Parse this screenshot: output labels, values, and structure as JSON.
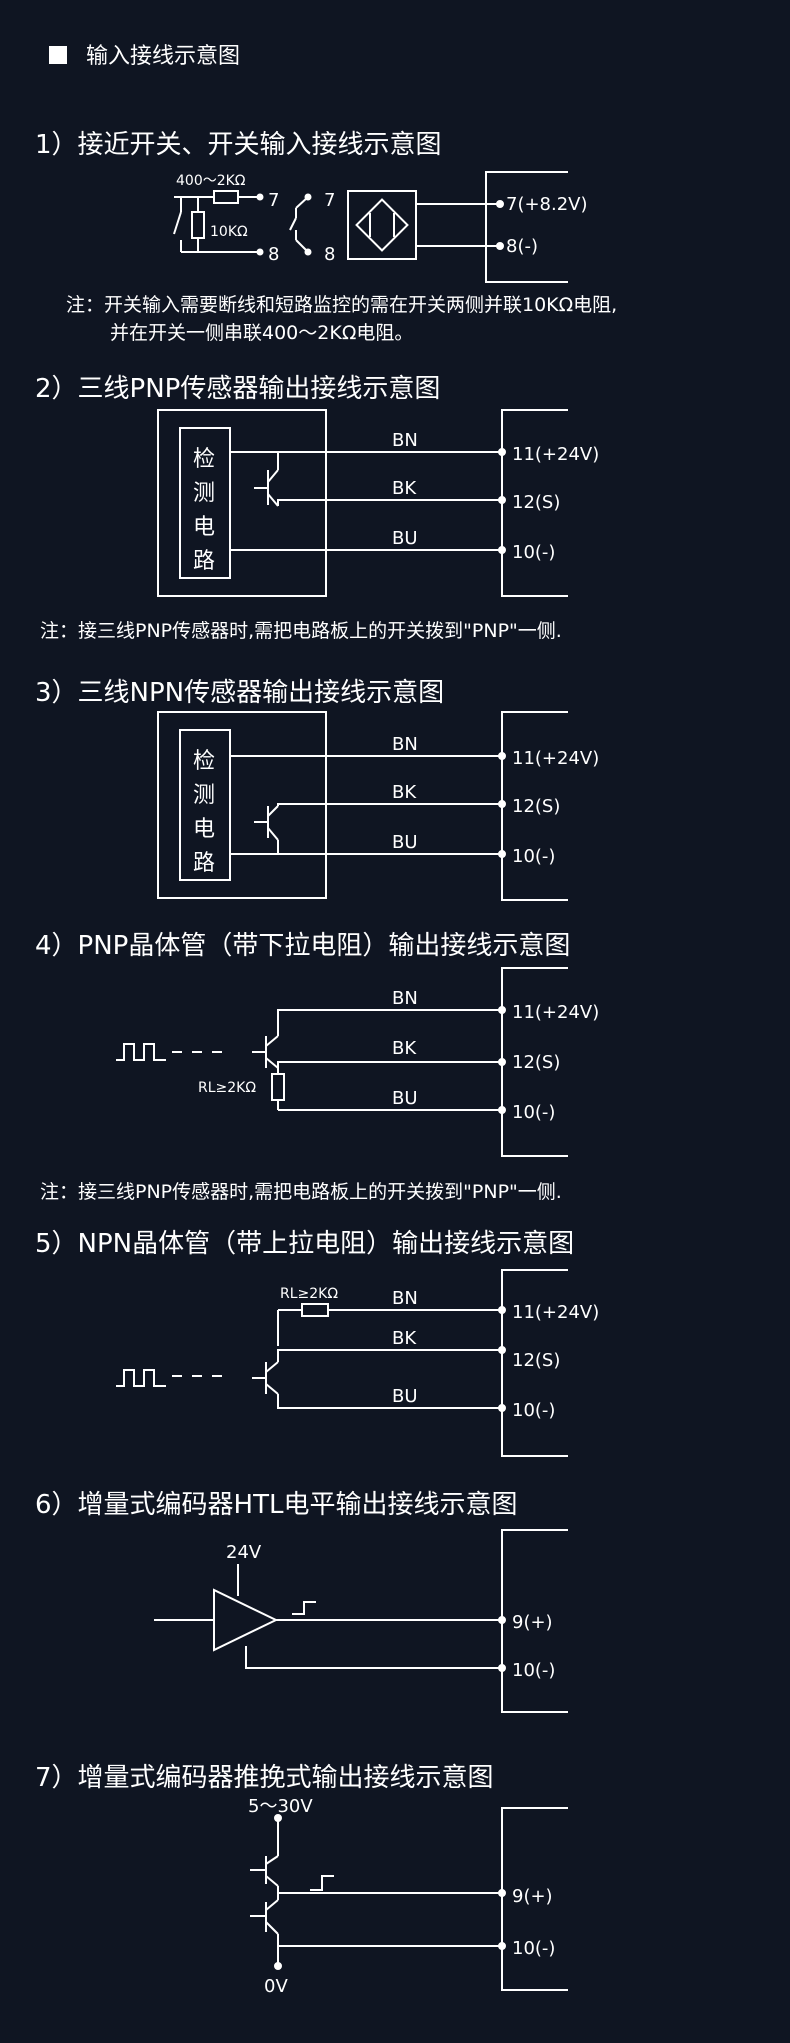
{
  "header": {
    "title": "输入接线示意图"
  },
  "sections": [
    {
      "title": "1）接近开关、开关输入接线示意图",
      "resistor_label": "400～2KΩ",
      "resistor2_label": "10KΩ",
      "pin_a": "7",
      "pin_b": "8",
      "terminals": [
        "7(+8.2V)",
        "8(-)"
      ],
      "note_line1": "注：开关输入需要断线和短路监控的需在开关两侧并联10KΩ电阻,",
      "note_line2": "并在开关一侧串联400～2KΩ电阻。"
    },
    {
      "title": "2）三线PNP传感器输出接线示意图",
      "box_chars": [
        "检",
        "测",
        "电",
        "路"
      ],
      "wires": [
        "BN",
        "BK",
        "BU"
      ],
      "terminals": [
        "11(+24V)",
        "12(S)",
        "10(-)"
      ],
      "note": "注：接三线PNP传感器时,需把电路板上的开关拨到\"PNP\"一侧."
    },
    {
      "title": "3）三线NPN传感器输出接线示意图",
      "box_chars": [
        "检",
        "测",
        "电",
        "路"
      ],
      "wires": [
        "BN",
        "BK",
        "BU"
      ],
      "terminals": [
        "11(+24V)",
        "12(S)",
        "10(-)"
      ]
    },
    {
      "title": "4）PNP晶体管（带下拉电阻）输出接线示意图",
      "wires": [
        "BN",
        "BK",
        "BU"
      ],
      "resistor_label": "RL≥2KΩ",
      "terminals": [
        "11(+24V)",
        "12(S)",
        "10(-)"
      ],
      "note": "注：接三线PNP传感器时,需把电路板上的开关拨到\"PNP\"一侧."
    },
    {
      "title": "5）NPN晶体管（带上拉电阻）输出接线示意图",
      "resistor_label": "RL≥2KΩ",
      "wires": [
        "BN",
        "BK",
        "BU"
      ],
      "terminals": [
        "11(+24V)",
        "12(S)",
        "10(-)"
      ]
    },
    {
      "title": "6）增量式编码器HTL电平输出接线示意图",
      "supply": "24V",
      "terminals": [
        "9(+)",
        "10(-)"
      ]
    },
    {
      "title": "7）增量式编码器推挽式输出接线示意图",
      "supply": "5～30V",
      "ground": "0V",
      "terminals": [
        "9(+)",
        "10(-)"
      ]
    }
  ]
}
